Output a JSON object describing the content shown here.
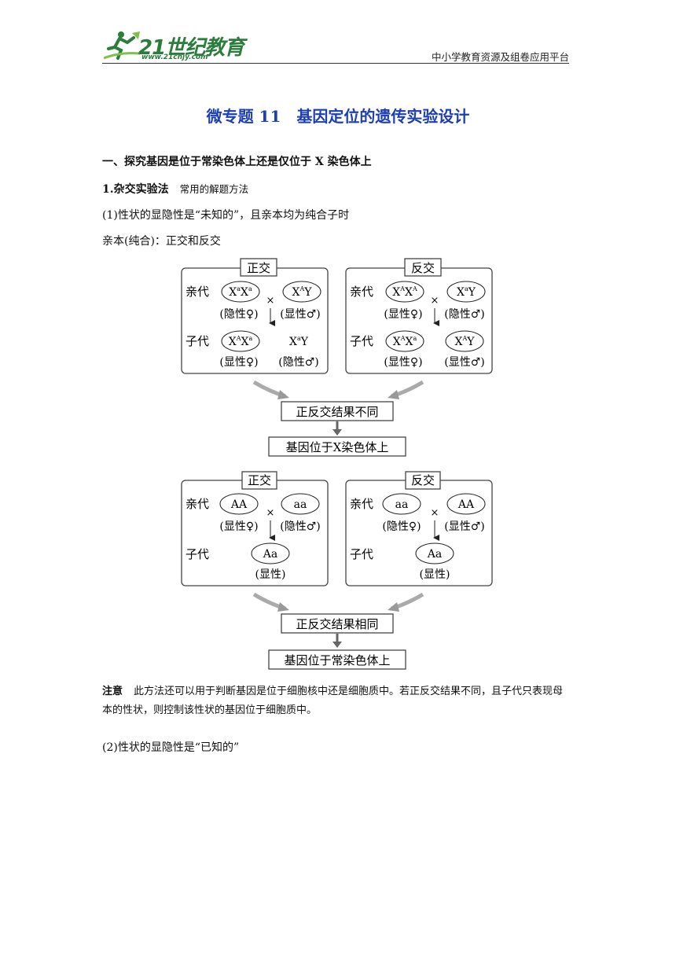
{
  "header": {
    "logo_text": "21世纪教育",
    "logo_url": "www.21cnjy.com",
    "right_text": "中小学教育资源及组卷应用平台"
  },
  "title": "微专题 11　基因定位的遗传实验设计",
  "section1": {
    "heading": "一、探究基因是位于常染色体上还是仅位于 X 染色体上",
    "method": "1.杂交实验法",
    "method_note": "常用的解题方法",
    "case1": "(1)性状的显隐性是“未知的”，且亲本均为纯合子时",
    "parents": "亲本(纯合)：正交和反交"
  },
  "diagram1": {
    "left_label": "正交",
    "right_label": "反交",
    "row_parent": "亲代",
    "row_child": "子代",
    "cross": "×",
    "left": {
      "p1_base": "X",
      "p1_sup1": "a",
      "p1_mid": "X",
      "p1_sup2": "a",
      "p1_note": "(隐性♀)",
      "p2_base": "X",
      "p2_sup": "A",
      "p2_end": "Y",
      "p2_note": "(显性♂)",
      "c1_base": "X",
      "c1_sup1": "A",
      "c1_mid": "X",
      "c1_sup2": "a",
      "c1_note": "(显性♀)",
      "c2_base": "X",
      "c2_sup": "a",
      "c2_end": "Y",
      "c2_note": "(隐性♂)"
    },
    "right": {
      "p1_base": "X",
      "p1_sup1": "A",
      "p1_mid": "X",
      "p1_sup2": "A",
      "p1_note": "(显性♀)",
      "p2_base": "X",
      "p2_sup": "a",
      "p2_end": "Y",
      "p2_note": "(隐性♂)",
      "c1_base": "X",
      "c1_sup1": "A",
      "c1_mid": "X",
      "c1_sup2": "a",
      "c1_note": "(显性♀)",
      "c2_base": "X",
      "c2_sup": "A",
      "c2_end": "Y",
      "c2_note": "(显性♂)"
    },
    "result": "正反交结果不同",
    "conclusion": "基因位于X染色体上"
  },
  "diagram2": {
    "left_label": "正交",
    "right_label": "反交",
    "row_parent": "亲代",
    "row_child": "子代",
    "cross": "×",
    "left": {
      "p1": "AA",
      "p1_note": "(显性♀)",
      "p2": "aa",
      "p2_note": "(隐性♂)",
      "c": "Aa",
      "c_note": "(显性)"
    },
    "right": {
      "p1": "aa",
      "p1_note": "(隐性♀)",
      "p2": "AA",
      "p2_note": "(显性♂)",
      "c": "Aa",
      "c_note": "(显性)"
    },
    "result": "正反交结果相同",
    "conclusion": "基因位于常染色体上"
  },
  "note": {
    "label": "注意",
    "text": "此方法还可以用于判断基因是位于细胞核中还是细胞质中。若正反交结果不同，且子代只表现母本的性状，则控制该性状的基因位于细胞质中。"
  },
  "case2": "(2)性状的显隐性是“已知的”"
}
